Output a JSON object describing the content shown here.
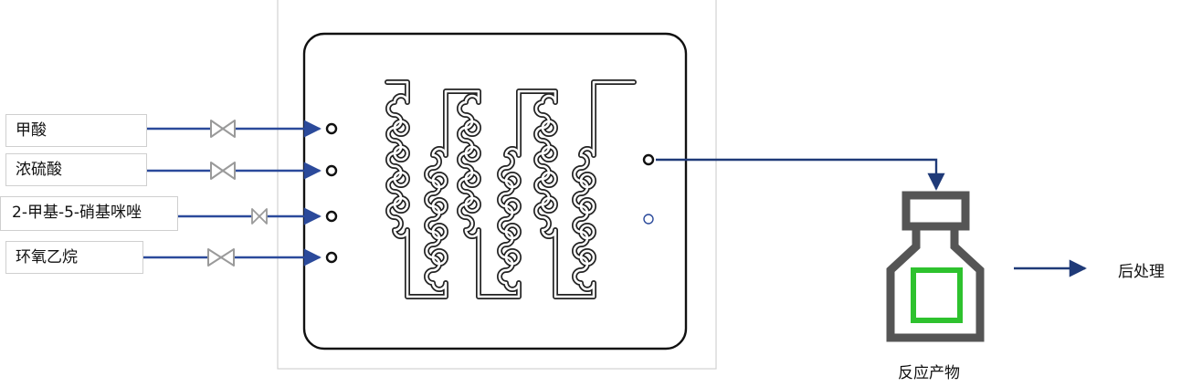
{
  "inputs": [
    {
      "label": "甲酸"
    },
    {
      "label": "浓硫酸"
    },
    {
      "label": "2-甲基-5-硝基咪唑"
    },
    {
      "label": "环氧乙烷"
    }
  ],
  "product_label": "反应产物",
  "post_process_label": "后处理",
  "colors": {
    "flow_line": "#2b4a9b",
    "outlet_line": "#1f3a78",
    "valve": "#9a9a9a",
    "bottle": "#5a5a5a",
    "product_square": "#2ec22e",
    "reactor_outline": "#111111",
    "aux_port": "#2b4a9b"
  }
}
